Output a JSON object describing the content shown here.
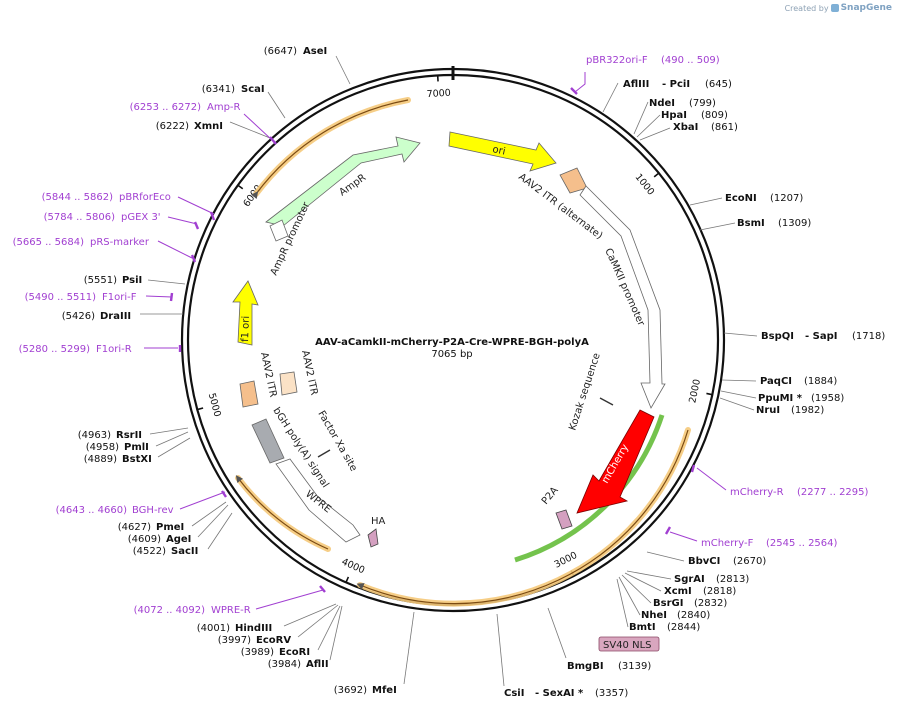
{
  "watermark": {
    "prefix": "Created by",
    "brand": "SnapGene"
  },
  "plasmid": {
    "name": "AAV-aCamkII-mCherry-P2A-Cre-WPRE-BGH-polyA",
    "length_text": "7065 bp",
    "length": 7065
  },
  "colors": {
    "primer": "#a13fd1",
    "ori": "#ffff00",
    "ampr": "#ccffcc",
    "itr": "#f5bf8c",
    "mcherry": "#ff0000",
    "orf": "#f5c97a",
    "p2a": "#d4a0c0",
    "green_line": "#5cb82e",
    "polyA": "#a8abb0"
  },
  "ticks": [
    {
      "bp": 1000,
      "label": "1000"
    },
    {
      "bp": 2000,
      "label": "2000"
    },
    {
      "bp": 3000,
      "label": "3000"
    },
    {
      "bp": 4000,
      "label": "4000"
    },
    {
      "bp": 5000,
      "label": "5000"
    },
    {
      "bp": 6000,
      "label": "6000"
    },
    {
      "bp": 7000,
      "label": "7000"
    }
  ],
  "sites": [
    {
      "name": "AseI",
      "pos": "(6647)"
    },
    {
      "name": "ScaI",
      "pos": "(6341)"
    },
    {
      "name": "XmnI",
      "pos": "(6222)"
    },
    {
      "name": "AflIII",
      "suffix": "- PciI",
      "pos": "(645)"
    },
    {
      "name": "NdeI",
      "pos": "(799)"
    },
    {
      "name": "HpaI",
      "pos": "(809)"
    },
    {
      "name": "XbaI",
      "pos": "(861)"
    },
    {
      "name": "EcoNI",
      "pos": "(1207)"
    },
    {
      "name": "BsmI",
      "pos": "(1309)"
    },
    {
      "name": "BspQI",
      "suffix": "- SapI",
      "pos": "(1718)"
    },
    {
      "name": "PaqCI",
      "pos": "(1884)"
    },
    {
      "name": "PpuMI *",
      "pos": "(1958)"
    },
    {
      "name": "NruI",
      "pos": "(1982)"
    },
    {
      "name": "BbvCI",
      "pos": "(2670)"
    },
    {
      "name": "SgrAI",
      "pos": "(2813)"
    },
    {
      "name": "XcmI",
      "pos": "(2818)"
    },
    {
      "name": "BsrGI",
      "pos": "(2832)"
    },
    {
      "name": "NheI",
      "pos": "(2840)"
    },
    {
      "name": "BmtI",
      "pos": "(2844)"
    },
    {
      "name": "BmgBI",
      "pos": "(3139)"
    },
    {
      "name": "CsiI",
      "suffix": "- SexAI *",
      "pos": "(3357)"
    },
    {
      "name": "MfeI",
      "pos": "(3692)"
    },
    {
      "name": "AflII",
      "pos": "(3984)"
    },
    {
      "name": "EcoRI",
      "pos": "(3989)"
    },
    {
      "name": "EcoRV",
      "pos": "(3997)"
    },
    {
      "name": "HindIII",
      "pos": "(4001)"
    },
    {
      "name": "SacII",
      "pos": "(4522)"
    },
    {
      "name": "AgeI",
      "pos": "(4609)"
    },
    {
      "name": "PmeI",
      "pos": "(4627)"
    },
    {
      "name": "BstXI",
      "pos": "(4889)"
    },
    {
      "name": "PmlI",
      "pos": "(4958)"
    },
    {
      "name": "RsrII",
      "pos": "(4963)"
    },
    {
      "name": "DraIII",
      "pos": "(5426)"
    },
    {
      "name": "PsiI",
      "pos": "(5551)"
    }
  ],
  "primers": [
    {
      "name": "pBR322ori-F",
      "range": "(490 .. 509)"
    },
    {
      "name": "Amp-R",
      "range": "(6253 .. 6272)"
    },
    {
      "name": "pBRforEco",
      "range": "(5844 .. 5862)"
    },
    {
      "name": "pGEX 3'",
      "range": "(5784 .. 5806)"
    },
    {
      "name": "pRS-marker",
      "range": "(5665 .. 5684)"
    },
    {
      "name": "F1ori-F",
      "range": "(5490 .. 5511)"
    },
    {
      "name": "F1ori-R",
      "range": "(5280 .. 5299)"
    },
    {
      "name": "BGH-rev",
      "range": "(4643 .. 4660)"
    },
    {
      "name": "WPRE-R",
      "range": "(4072 .. 4092)"
    },
    {
      "name": "mCherry-R",
      "range": "(2277 .. 2295)"
    },
    {
      "name": "mCherry-F",
      "range": "(2545 .. 2564)"
    }
  ],
  "features": {
    "ori": "ori",
    "ampr": "AmpR",
    "ampr_promoter": "AmpR promoter",
    "itr_alt": "AAV2 ITR (alternate)",
    "camkii": "CaMKII promoter",
    "kozak": "Kozak sequence",
    "mcherry": "mCherry",
    "p2a": "P2A",
    "f1ori": "f1 ori",
    "itr1": "AAV2 ITR",
    "itr2": "AAV2 ITR",
    "factor_xa": "Factor Xa site",
    "bgh": "bGH poly(A) signal",
    "wpre": "WPRE",
    "ha": "HA",
    "sv40": "SV40 NLS"
  }
}
